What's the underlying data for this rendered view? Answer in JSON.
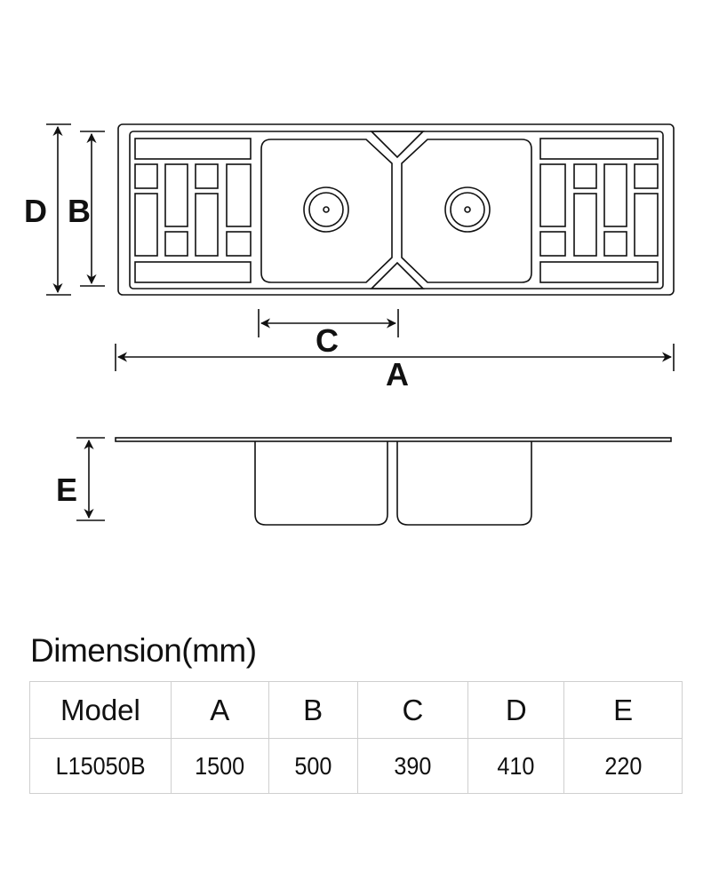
{
  "drawing": {
    "labels": {
      "A": "A",
      "B": "B",
      "C": "C",
      "D": "D",
      "E": "E"
    }
  },
  "table": {
    "title": "Dimension(mm)",
    "headers": [
      "Model",
      "A",
      "B",
      "C",
      "D",
      "E"
    ],
    "rows": [
      [
        "L15050B",
        "1500",
        "500",
        "390",
        "410",
        "220"
      ]
    ]
  },
  "colors": {
    "line": "#111111",
    "grid": "#cfcfcf",
    "background": "#ffffff"
  }
}
